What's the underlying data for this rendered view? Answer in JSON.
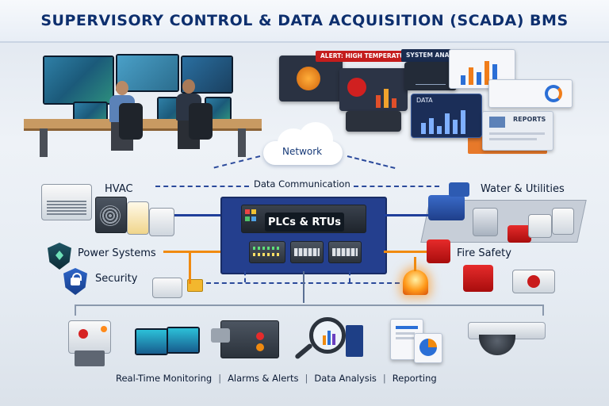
{
  "title": "SUPERVISORY CONTROL & DATA ACQUISITION (SCADA) BMS",
  "control_room": {
    "alert_label": "ALERT: HIGH TEMPERATURE!",
    "analytics_label": "SYSTEM ANALYTICS",
    "data_label": "DATA",
    "reports_label": "REPORTS"
  },
  "network_label": "Network",
  "data_comm_label": "Data Communication",
  "plc_label": "PLCs & RTUs",
  "systems": {
    "hvac": "HVAC",
    "water": "Water & Utilities",
    "power": "Power Systems",
    "security": "Security",
    "fire": "Fire Safety"
  },
  "functions": [
    "Real-Time Monitoring",
    "Alarms & Alerts",
    "Data Analysis",
    "Reporting"
  ],
  "separator": "|",
  "colors": {
    "brand": "#0d2f6e",
    "link": "#1f3f9a",
    "accent": "#f08a10",
    "alarm": "#d61f1f"
  }
}
